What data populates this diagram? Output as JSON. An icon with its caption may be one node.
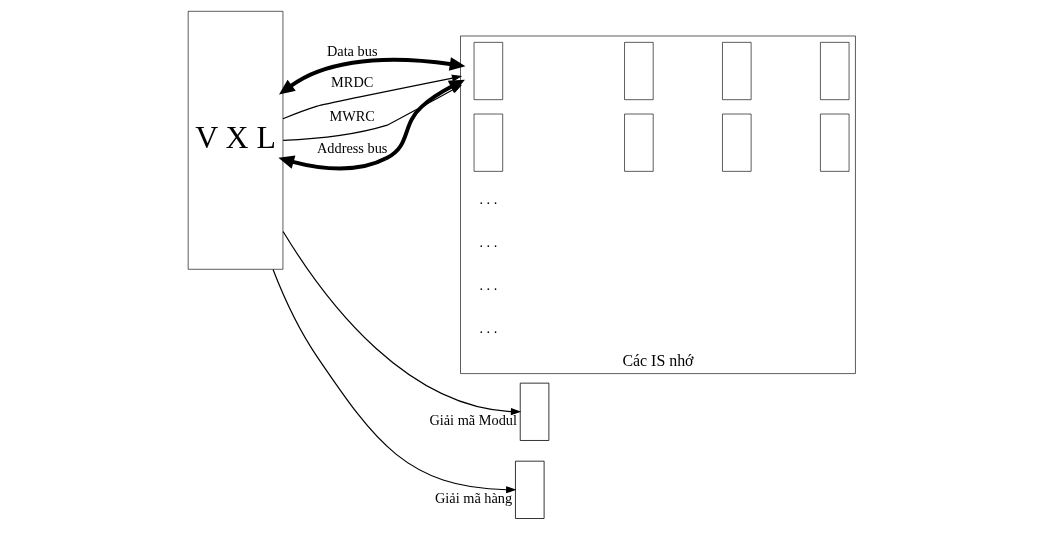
{
  "diagram": {
    "nodes": [
      {
        "text": [
          "V X L"
        ]
      },
      {
        "text": [
          "Các IS nhớ"
        ]
      },
      {
        "text": [],
        "shape": "box",
        "in": 1
      },
      {
        "text": [],
        "shape": "box",
        "in": 1
      },
      {
        "text": [],
        "shape": "box",
        "in": 1
      },
      {
        "text": [],
        "shape": "box",
        "in": 1
      },
      {
        "text": [],
        "shape": "box",
        "in": 1
      },
      {
        "text": [],
        "shape": "box",
        "in": 1
      },
      {
        "text": [],
        "shape": "box",
        "in": 1
      },
      {
        "text": [],
        "shape": "box",
        "in": 1
      },
      {
        "text": [],
        "shape": "box",
        "beside": [
          "Giải mã Modul"
        ]
      },
      {
        "text": [],
        "shape": "box",
        "beside": [
          "Giải mã hàng"
        ]
      }
    ],
    "edges": [
      {
        "from": 0,
        "to": 1,
        "arrow": "both",
        "label": "Data bus",
        "style": "thick"
      },
      {
        "from": 0,
        "to": 1,
        "arrow": "to",
        "label": "MRDC"
      },
      {
        "from": 0,
        "to": 1,
        "arrow": "to",
        "label": "MWRC"
      },
      {
        "from": 0,
        "to": 1,
        "arrow": "both",
        "label": "Address bus",
        "style": "thick"
      },
      {
        "from": 0,
        "to": 10,
        "arrow": "to"
      },
      {
        "from": 0,
        "to": 11,
        "arrow": "to"
      }
    ],
    "labels": [
      ". . .",
      ". . .",
      ". . .",
      ". . ."
    ]
  }
}
